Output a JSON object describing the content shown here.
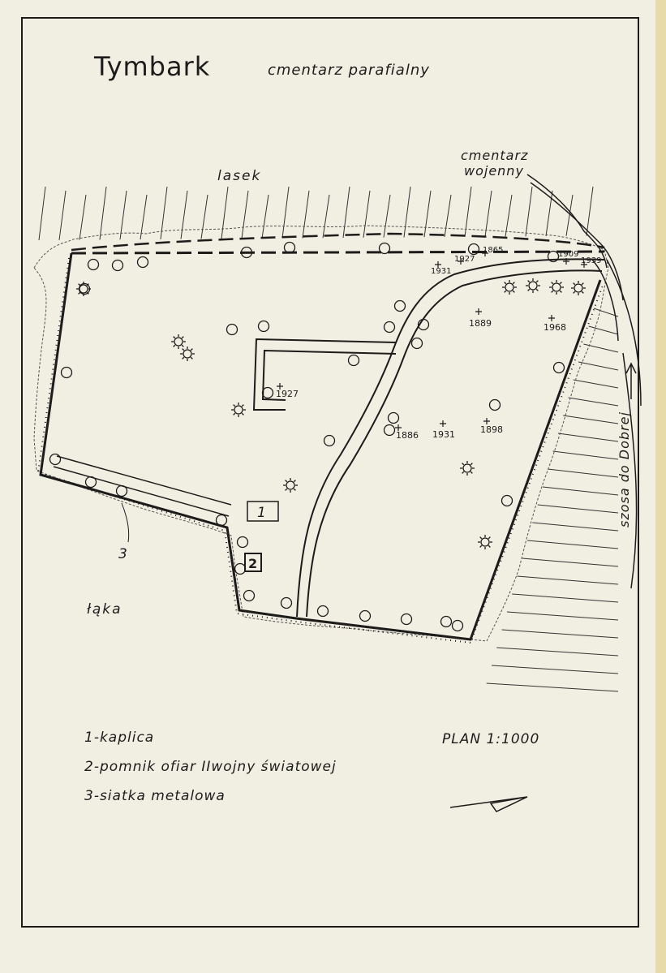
{
  "title": "Tymbark",
  "subtitle": "cmentarz parafialny",
  "labels": {
    "forest": "lasek",
    "meadow": "łąka",
    "war_cemetery_line1": "cmentarz",
    "war_cemetery_line2": "wojenny",
    "road": "szosa do Dobrej",
    "chapel_number": "1",
    "monument_number": "2",
    "fence_number": "3"
  },
  "legend": [
    "1-kaplica",
    "2-pomnik ofiar IIwojny światowej",
    "3-siatka metalowa"
  ],
  "scale": "PLAN 1:1000",
  "grave_years": {
    "y1865": "1865",
    "y1927a": "1927",
    "y1931a": "1931",
    "y1909": "1909",
    "y1939": "1939",
    "y1889": "1889",
    "y1968": "1968",
    "y1927b": "1927",
    "y1886": "1886",
    "y1931b": "1931",
    "y1898": "1898"
  },
  "colors": {
    "paper": "#f1efe1",
    "ink": "#1c1c1c",
    "border": "#e7dba9"
  }
}
